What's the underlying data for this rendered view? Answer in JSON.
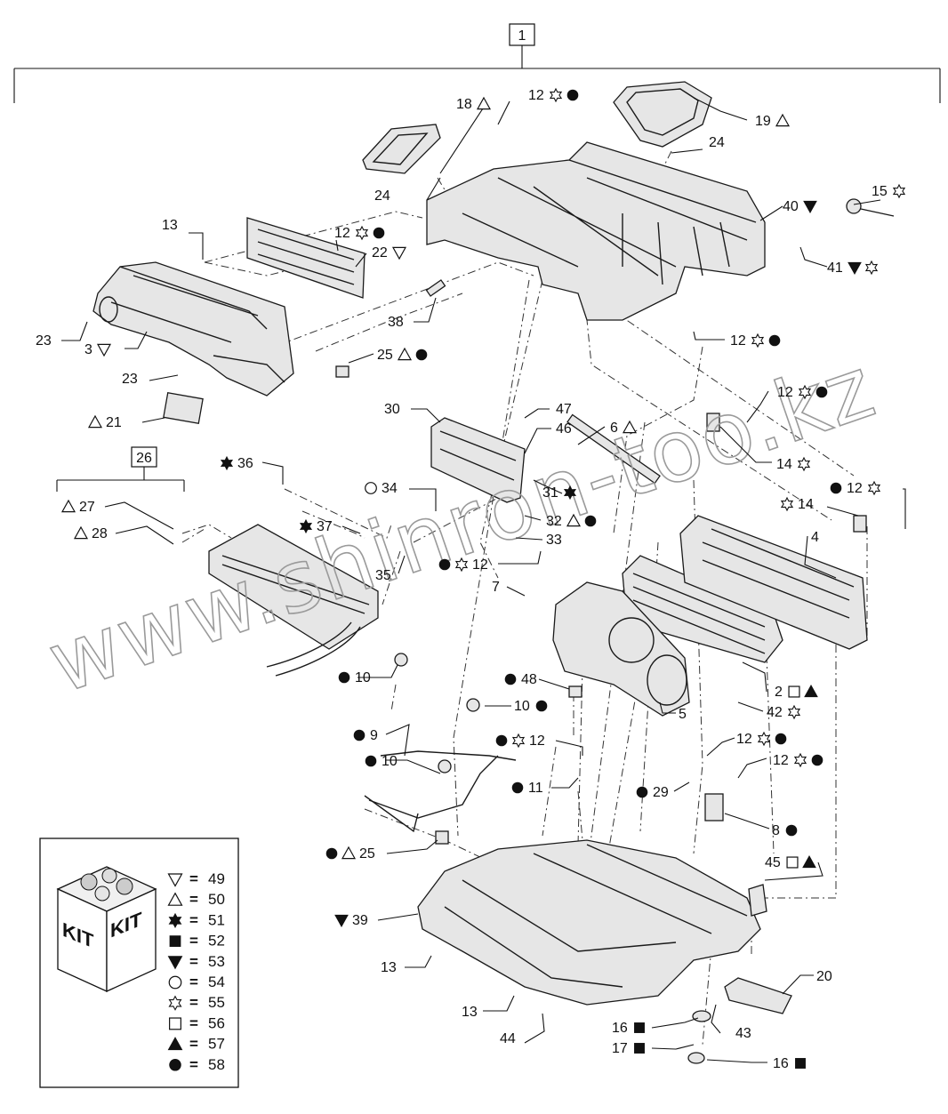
{
  "watermark": "www.shinron-too.kz",
  "top_box": "1",
  "heater_box": "26",
  "kit_legend": {
    "kit_text_left": "KIT",
    "kit_text_right": "KIT",
    "equals": "=",
    "rows": [
      {
        "symbol": "triangle-down-open",
        "number": "49"
      },
      {
        "symbol": "triangle-up-open",
        "number": "50"
      },
      {
        "symbol": "star6-filled",
        "number": "51"
      },
      {
        "symbol": "square-filled",
        "number": "52"
      },
      {
        "symbol": "triangle-down-filled",
        "number": "53"
      },
      {
        "symbol": "circle-open",
        "number": "54"
      },
      {
        "symbol": "star6-open",
        "number": "55"
      },
      {
        "symbol": "square-open",
        "number": "56"
      },
      {
        "symbol": "triangle-up-filled",
        "number": "57"
      },
      {
        "symbol": "circle-filled",
        "number": "58"
      }
    ]
  },
  "callouts": [
    {
      "text": "18",
      "syms": [
        "triangle-up-open"
      ]
    },
    {
      "text": "12",
      "syms": [
        "star6-open",
        "circle-filled"
      ]
    },
    {
      "text": "19",
      "syms": [
        "triangle-up-open"
      ]
    },
    {
      "text": "24",
      "syms": []
    },
    {
      "text": "24",
      "syms": []
    },
    {
      "text": "15",
      "syms": [
        "star6-open"
      ]
    },
    {
      "text": "40",
      "syms": [
        "triangle-down-filled"
      ]
    },
    {
      "text": "41",
      "syms": [
        "triangle-down-filled",
        "star6-open"
      ]
    },
    {
      "text": "13",
      "syms": []
    },
    {
      "text": "12",
      "syms": [
        "star6-open",
        "circle-filled"
      ]
    },
    {
      "text": "22",
      "syms": [
        "triangle-down-open"
      ]
    },
    {
      "text": "38",
      "syms": []
    },
    {
      "text": "12",
      "syms": [
        "star6-open",
        "circle-filled"
      ]
    },
    {
      "text": "23",
      "syms": []
    },
    {
      "text": "3",
      "syms": [
        "triangle-down-open"
      ]
    },
    {
      "text": "25",
      "syms": [
        "triangle-up-open",
        "circle-filled"
      ]
    },
    {
      "text": "23",
      "syms": []
    },
    {
      "text": "21",
      "syms": [
        "triangle-up-open"
      ]
    },
    {
      "text": "12",
      "syms": [
        "star6-open",
        "circle-filled"
      ]
    },
    {
      "text": "30",
      "syms": []
    },
    {
      "text": "47",
      "syms": []
    },
    {
      "text": "46",
      "syms": []
    },
    {
      "text": "6",
      "syms": [
        "triangle-up-open"
      ]
    },
    {
      "text": "14",
      "syms": [
        "star6-open"
      ]
    },
    {
      "text": "36",
      "syms": [
        "star6-filled"
      ]
    },
    {
      "text": "34",
      "syms": [
        "circle-open"
      ]
    },
    {
      "text": "31",
      "syms": [
        "star6-filled"
      ]
    },
    {
      "text": "12",
      "syms": [
        "circle-filled",
        "star6-open"
      ]
    },
    {
      "text": "14",
      "syms": [
        "star6-open"
      ]
    },
    {
      "text": "27",
      "syms": [
        "triangle-up-open"
      ]
    },
    {
      "text": "28",
      "syms": [
        "triangle-up-open"
      ]
    },
    {
      "text": "37",
      "syms": [
        "star6-filled"
      ]
    },
    {
      "text": "32",
      "syms": [
        "triangle-up-open",
        "circle-filled"
      ]
    },
    {
      "text": "33",
      "syms": []
    },
    {
      "text": "4",
      "syms": []
    },
    {
      "text": "35",
      "syms": []
    },
    {
      "text": "12",
      "syms": [
        "circle-filled",
        "star6-open"
      ]
    },
    {
      "text": "7",
      "syms": []
    },
    {
      "text": "2",
      "syms": [
        "square-open",
        "triangle-up-filled"
      ]
    },
    {
      "text": "42",
      "syms": [
        "star6-open"
      ]
    },
    {
      "text": "5",
      "syms": []
    },
    {
      "text": "10",
      "syms": [
        "circle-filled"
      ]
    },
    {
      "text": "48",
      "syms": [
        "circle-filled"
      ]
    },
    {
      "text": "10",
      "syms": [
        "circle-filled"
      ]
    },
    {
      "text": "9",
      "syms": [
        "circle-filled"
      ]
    },
    {
      "text": "12",
      "syms": [
        "circle-filled",
        "star6-open"
      ]
    },
    {
      "text": "12",
      "syms": [
        "star6-open",
        "circle-filled"
      ]
    },
    {
      "text": "10",
      "syms": [
        "circle-filled"
      ]
    },
    {
      "text": "12",
      "syms": [
        "star6-open",
        "circle-filled"
      ]
    },
    {
      "text": "11",
      "syms": [
        "circle-filled"
      ]
    },
    {
      "text": "29",
      "syms": [
        "circle-filled"
      ]
    },
    {
      "text": "8",
      "syms": [
        "circle-filled"
      ]
    },
    {
      "text": "25",
      "syms": [
        "circle-filled",
        "triangle-up-open"
      ]
    },
    {
      "text": "45",
      "syms": [
        "square-open",
        "triangle-up-filled"
      ]
    },
    {
      "text": "39",
      "syms": [
        "triangle-down-filled"
      ]
    },
    {
      "text": "20",
      "syms": []
    },
    {
      "text": "13",
      "syms": []
    },
    {
      "text": "13",
      "syms": []
    },
    {
      "text": "44",
      "syms": []
    },
    {
      "text": "16",
      "syms": [
        "square-filled"
      ]
    },
    {
      "text": "43",
      "syms": []
    },
    {
      "text": "17",
      "syms": [
        "square-filled"
      ]
    },
    {
      "text": "16",
      "syms": [
        "square-filled"
      ]
    }
  ]
}
